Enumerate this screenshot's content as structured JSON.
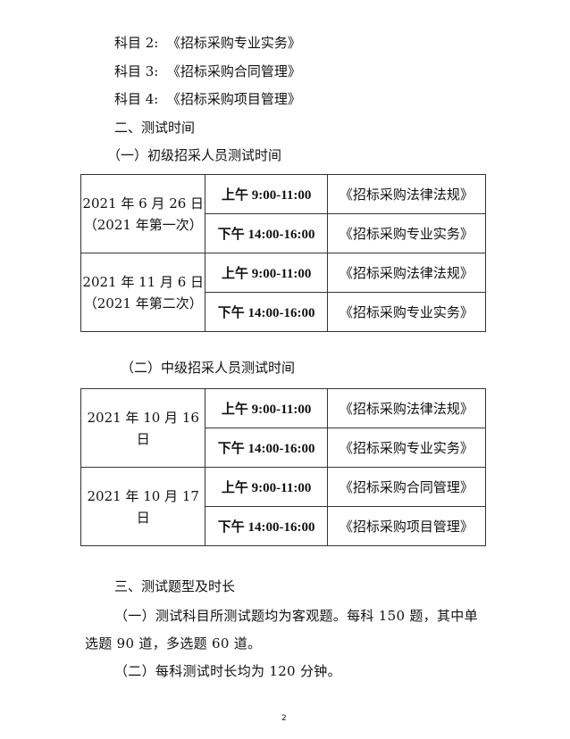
{
  "subjects": [
    {
      "label": "科目 2:",
      "name": "《招标采购专业实务》"
    },
    {
      "label": "科目 3:",
      "name": "《招标采购合同管理》"
    },
    {
      "label": "科目 4:",
      "name": "《招标采购项目管理》"
    }
  ],
  "section2": {
    "title": "二、测试时间",
    "sub1": "（一）初级招采人员测试时间",
    "sub2": "（二）中级招采人员测试时间"
  },
  "table1": [
    {
      "date": "2021 年 6 月 26 日",
      "note": "（2021 年第一次）",
      "rows": [
        {
          "time": "上午 9:00-11:00",
          "subject": "《招标采购法律法规》"
        },
        {
          "time": "下午 14:00-16:00",
          "subject": "《招标采购专业实务》"
        }
      ]
    },
    {
      "date": "2021 年 11 月 6 日",
      "note": "（2021 年第二次）",
      "rows": [
        {
          "time": "上午 9:00-11:00",
          "subject": "《招标采购法律法规》"
        },
        {
          "time": "下午 14:00-16:00",
          "subject": "《招标采购专业实务》"
        }
      ]
    }
  ],
  "table2": [
    {
      "date": "2021 年 10 月 16 日",
      "rows": [
        {
          "time": "上午 9:00-11:00",
          "subject": "《招标采购法律法规》"
        },
        {
          "time": "下午 14:00-16:00",
          "subject": "《招标采购专业实务》"
        }
      ]
    },
    {
      "date": "2021 年 10 月 17 日",
      "rows": [
        {
          "time": "上午 9:00-11:00",
          "subject": "《招标采购合同管理》"
        },
        {
          "time": "下午 14:00-16:00",
          "subject": "《招标采购项目管理》"
        }
      ]
    }
  ],
  "section3": {
    "title": "三、测试题型及时长",
    "p1_line1": "（一）测试科目所测试题均为客观题。每科 150 题，其中单",
    "p1_line2": "选题 90 道，多选题 60 道。",
    "p2": "（二）每科测试时长均为 120 分钟。"
  },
  "page_number": "2"
}
